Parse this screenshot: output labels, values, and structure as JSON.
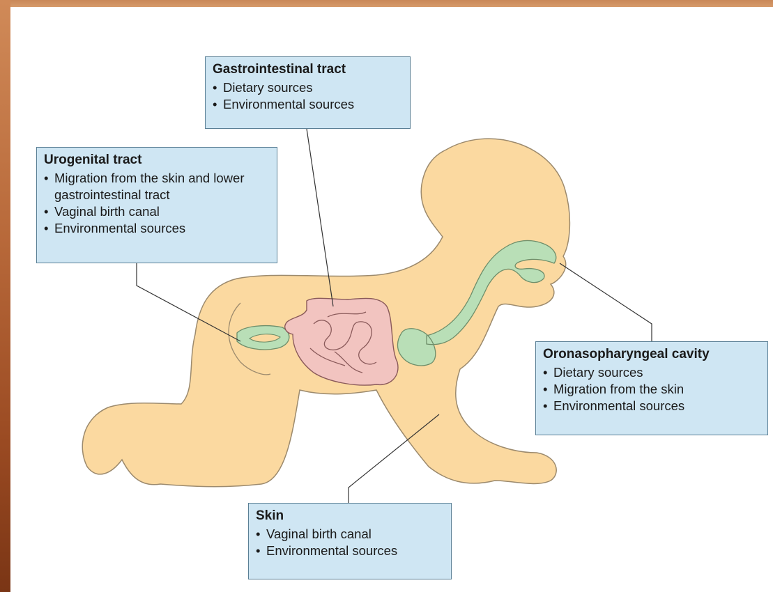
{
  "colors": {
    "body": "#fbd9a0",
    "body_outline": "#9c8a6d",
    "intestine": "#f2c4c0",
    "intestine_outline": "#8a5a5a",
    "tract": "#b9dfb7",
    "tract_outline": "#6e8e6a",
    "callout_fill": "#cfe6f3",
    "callout_border": "#5a7f95"
  },
  "callouts": {
    "gi": {
      "title": "Gastrointestinal tract",
      "items": [
        "Dietary sources",
        "Environmental sources"
      ]
    },
    "urogenital": {
      "title": "Urogenital tract",
      "items": [
        "Migration from the skin and lower gastrointestinal tract",
        "Vaginal birth canal",
        "Environmental sources"
      ]
    },
    "oronasal": {
      "title": "Oronasopharyngeal cavity",
      "items": [
        "Dietary sources",
        "Migration from the skin",
        "Environmental sources"
      ]
    },
    "skin": {
      "title": "Skin",
      "items": [
        "Vaginal birth canal",
        "Environmental sources"
      ]
    }
  }
}
